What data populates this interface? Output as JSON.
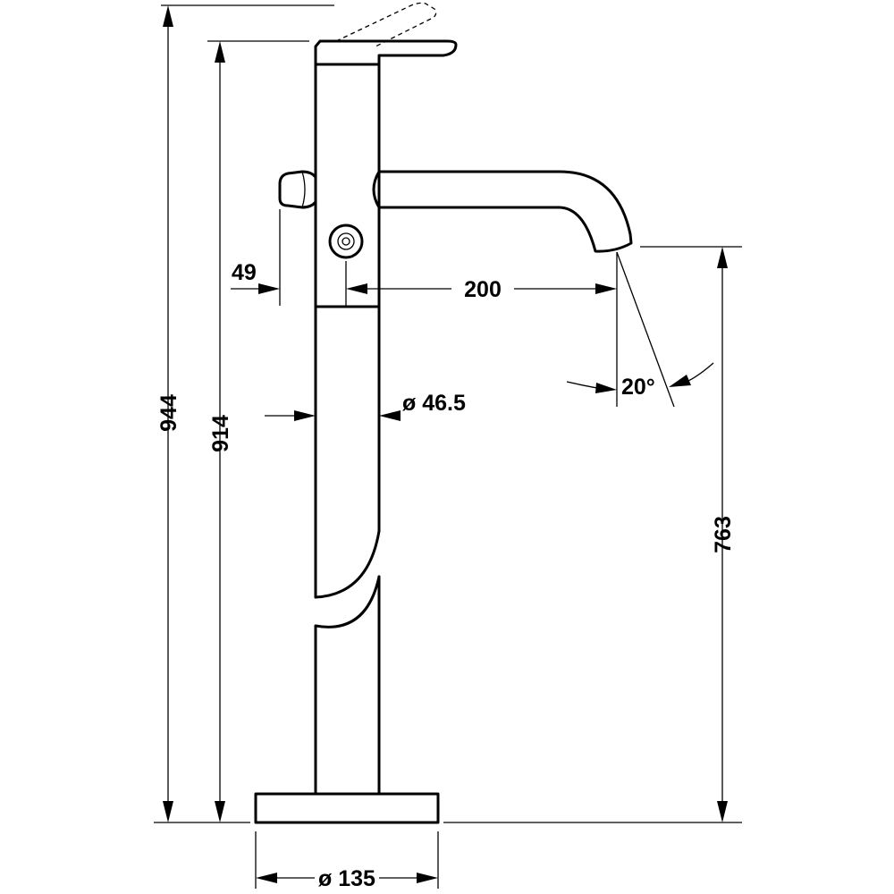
{
  "dimensions": {
    "total_height": "944",
    "height_to_lever": "914",
    "spout_height": "763",
    "spout_reach": "200",
    "valve_offset": "49",
    "column_diameter": "ø 46.5",
    "base_diameter": "ø 135",
    "spout_angle": "20°"
  }
}
